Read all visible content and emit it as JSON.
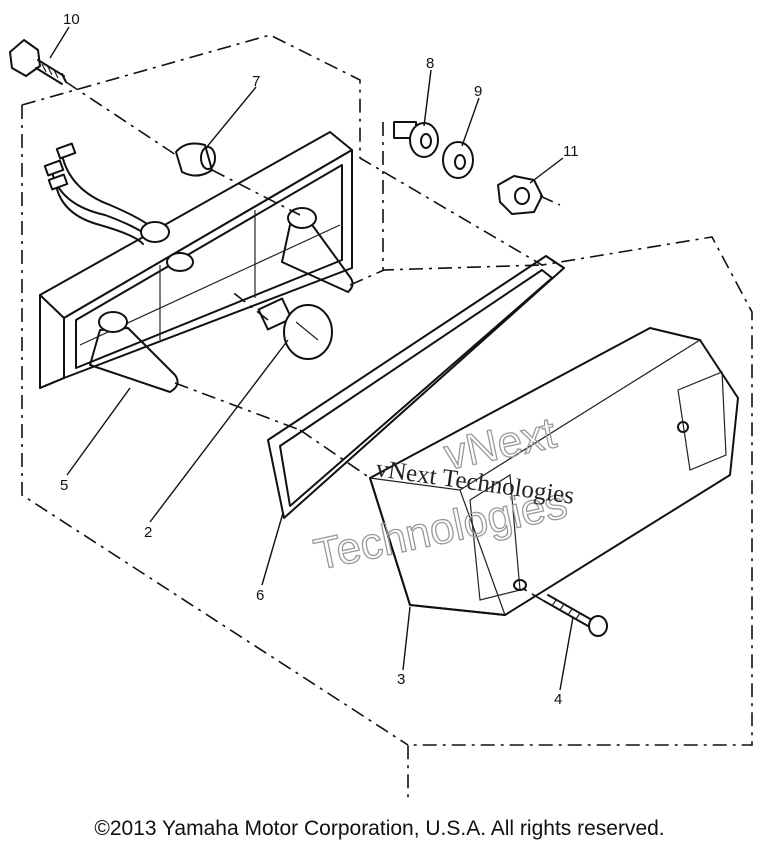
{
  "callouts": {
    "c1": "10",
    "c2": "7",
    "c3": "8",
    "c4": "9",
    "c5": "11",
    "c6": "5",
    "c7": "2",
    "c8": "6",
    "c9": "3",
    "c10": "4"
  },
  "watermark": {
    "line1": "vNext Technologies",
    "line2a": "vNext",
    "line2b": "Technologies"
  },
  "copyright": "©2013 Yamaha Motor Corporation, U.S.A. All rights reserved."
}
